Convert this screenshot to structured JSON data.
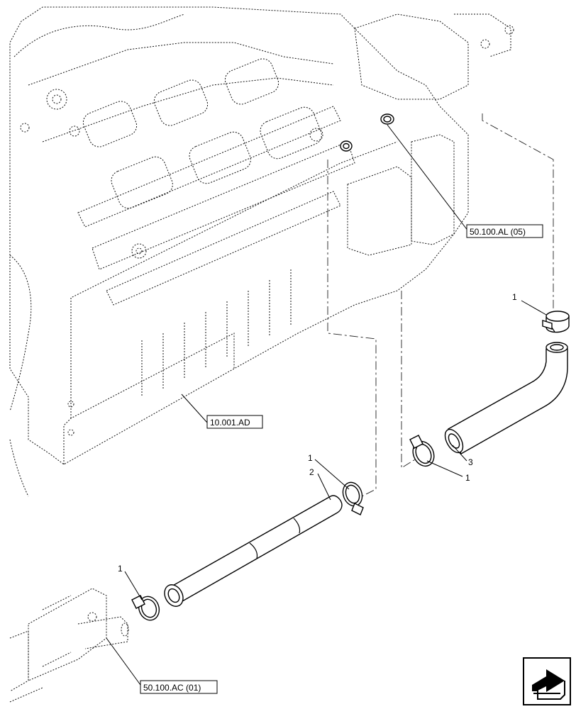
{
  "callouts": {
    "clamp": "1",
    "hose_short": "2",
    "hose_bent": "3"
  },
  "references": {
    "upper_right": "50.100.AL (05)",
    "engine_block": "10.001.AD",
    "lower_left": "50.100.AC (01)"
  },
  "icons": {
    "nav": "next-page-arrow-icon"
  }
}
